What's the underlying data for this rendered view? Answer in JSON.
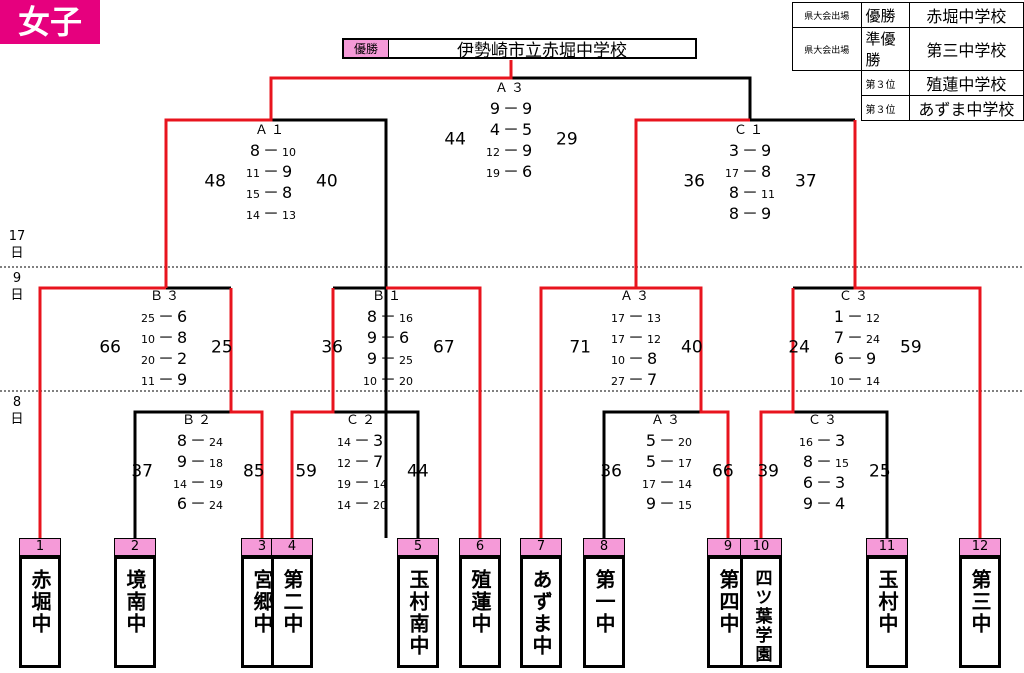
{
  "badge": "女子",
  "winner": {
    "tag": "優勝",
    "name": "伊勢崎市立赤堀中学校"
  },
  "results": [
    {
      "qual": "県大会出場",
      "rank": "優勝",
      "school": "赤堀中学校"
    },
    {
      "qual": "県大会出場",
      "rank": "準優勝",
      "school": "第三中学校"
    },
    {
      "qual": "",
      "rank": "第３位",
      "school": "殖蓮中学校"
    },
    {
      "qual": "",
      "rank": "第３位",
      "school": "あずま中学校"
    }
  ],
  "days": {
    "d17": "17日",
    "d9": "9日",
    "d8": "8日"
  },
  "teams": [
    {
      "num": "1",
      "name": "赤堀中"
    },
    {
      "num": "2",
      "name": "境南中"
    },
    {
      "num": "3",
      "name": "宮郷中"
    },
    {
      "num": "4",
      "name": "第二中"
    },
    {
      "num": "5",
      "name": "玉村南中"
    },
    {
      "num": "6",
      "name": "殖蓮中"
    },
    {
      "num": "7",
      "name": "あずま中"
    },
    {
      "num": "8",
      "name": "第一中"
    },
    {
      "num": "9",
      "name": "第四中"
    },
    {
      "num": "10",
      "name": "四ツ葉学園"
    },
    {
      "num": "11",
      "name": "玉村中"
    },
    {
      "num": "12",
      "name": "第三中"
    }
  ],
  "matches": [
    {
      "id": "r1a",
      "code": "Ｂ２",
      "left_total": "37",
      "right_total": "85",
      "sets": [
        [
          "8",
          "24"
        ],
        [
          "9",
          "18"
        ],
        [
          "14",
          "19"
        ],
        [
          "6",
          "24"
        ]
      ]
    },
    {
      "id": "r1b",
      "code": "Ｃ２",
      "left_total": "59",
      "right_total": "44",
      "sets": [
        [
          "14",
          "3"
        ],
        [
          "12",
          "7"
        ],
        [
          "19",
          "14"
        ],
        [
          "14",
          "20"
        ]
      ]
    },
    {
      "id": "r1c",
      "code": "Ａ３",
      "left_total": "36",
      "right_total": "66",
      "sets": [
        [
          "5",
          "20"
        ],
        [
          "5",
          "17"
        ],
        [
          "17",
          "14"
        ],
        [
          "9",
          "15"
        ]
      ]
    },
    {
      "id": "r1d",
      "code": "Ｃ３",
      "left_total": "39",
      "right_total": "25",
      "sets": [
        [
          "16",
          "3"
        ],
        [
          "8",
          "15"
        ],
        [
          "6",
          "3"
        ],
        [
          "9",
          "4"
        ]
      ]
    },
    {
      "id": "r2a",
      "code": "Ｂ３",
      "left_total": "66",
      "right_total": "25",
      "sets": [
        [
          "25",
          "6"
        ],
        [
          "10",
          "8"
        ],
        [
          "20",
          "2"
        ],
        [
          "11",
          "9"
        ]
      ]
    },
    {
      "id": "r2b",
      "code": "Ｂ１",
      "left_total": "36",
      "right_total": "67",
      "sets": [
        [
          "8",
          "16"
        ],
        [
          "9",
          "6"
        ],
        [
          "9",
          "25"
        ],
        [
          "10",
          "20"
        ]
      ]
    },
    {
      "id": "r2c",
      "code": "Ａ３",
      "left_total": "71",
      "right_total": "40",
      "sets": [
        [
          "17",
          "13"
        ],
        [
          "17",
          "12"
        ],
        [
          "10",
          "8"
        ],
        [
          "27",
          "7"
        ]
      ]
    },
    {
      "id": "r2d",
      "code": "Ｃ３",
      "left_total": "24",
      "right_total": "59",
      "sets": [
        [
          "1",
          "12"
        ],
        [
          "7",
          "24"
        ],
        [
          "6",
          "9"
        ],
        [
          "10",
          "14"
        ]
      ]
    },
    {
      "id": "sfa",
      "code": "Ａ１",
      "left_total": "48",
      "right_total": "40",
      "sets": [
        [
          "8",
          "10"
        ],
        [
          "11",
          "9"
        ],
        [
          "15",
          "8"
        ],
        [
          "14",
          "13"
        ]
      ]
    },
    {
      "id": "sfb",
      "code": "Ｃ１",
      "left_total": "36",
      "right_total": "37",
      "sets": [
        [
          "3",
          "9"
        ],
        [
          "17",
          "8"
        ],
        [
          "8",
          "11"
        ],
        [
          "8",
          "9"
        ]
      ]
    },
    {
      "id": "fin",
      "code": "Ａ３",
      "left_total": "44",
      "right_total": "29",
      "sets": [
        [
          "9",
          "9"
        ],
        [
          "4",
          "5"
        ],
        [
          "12",
          "9"
        ],
        [
          "19",
          "6"
        ]
      ]
    }
  ]
}
